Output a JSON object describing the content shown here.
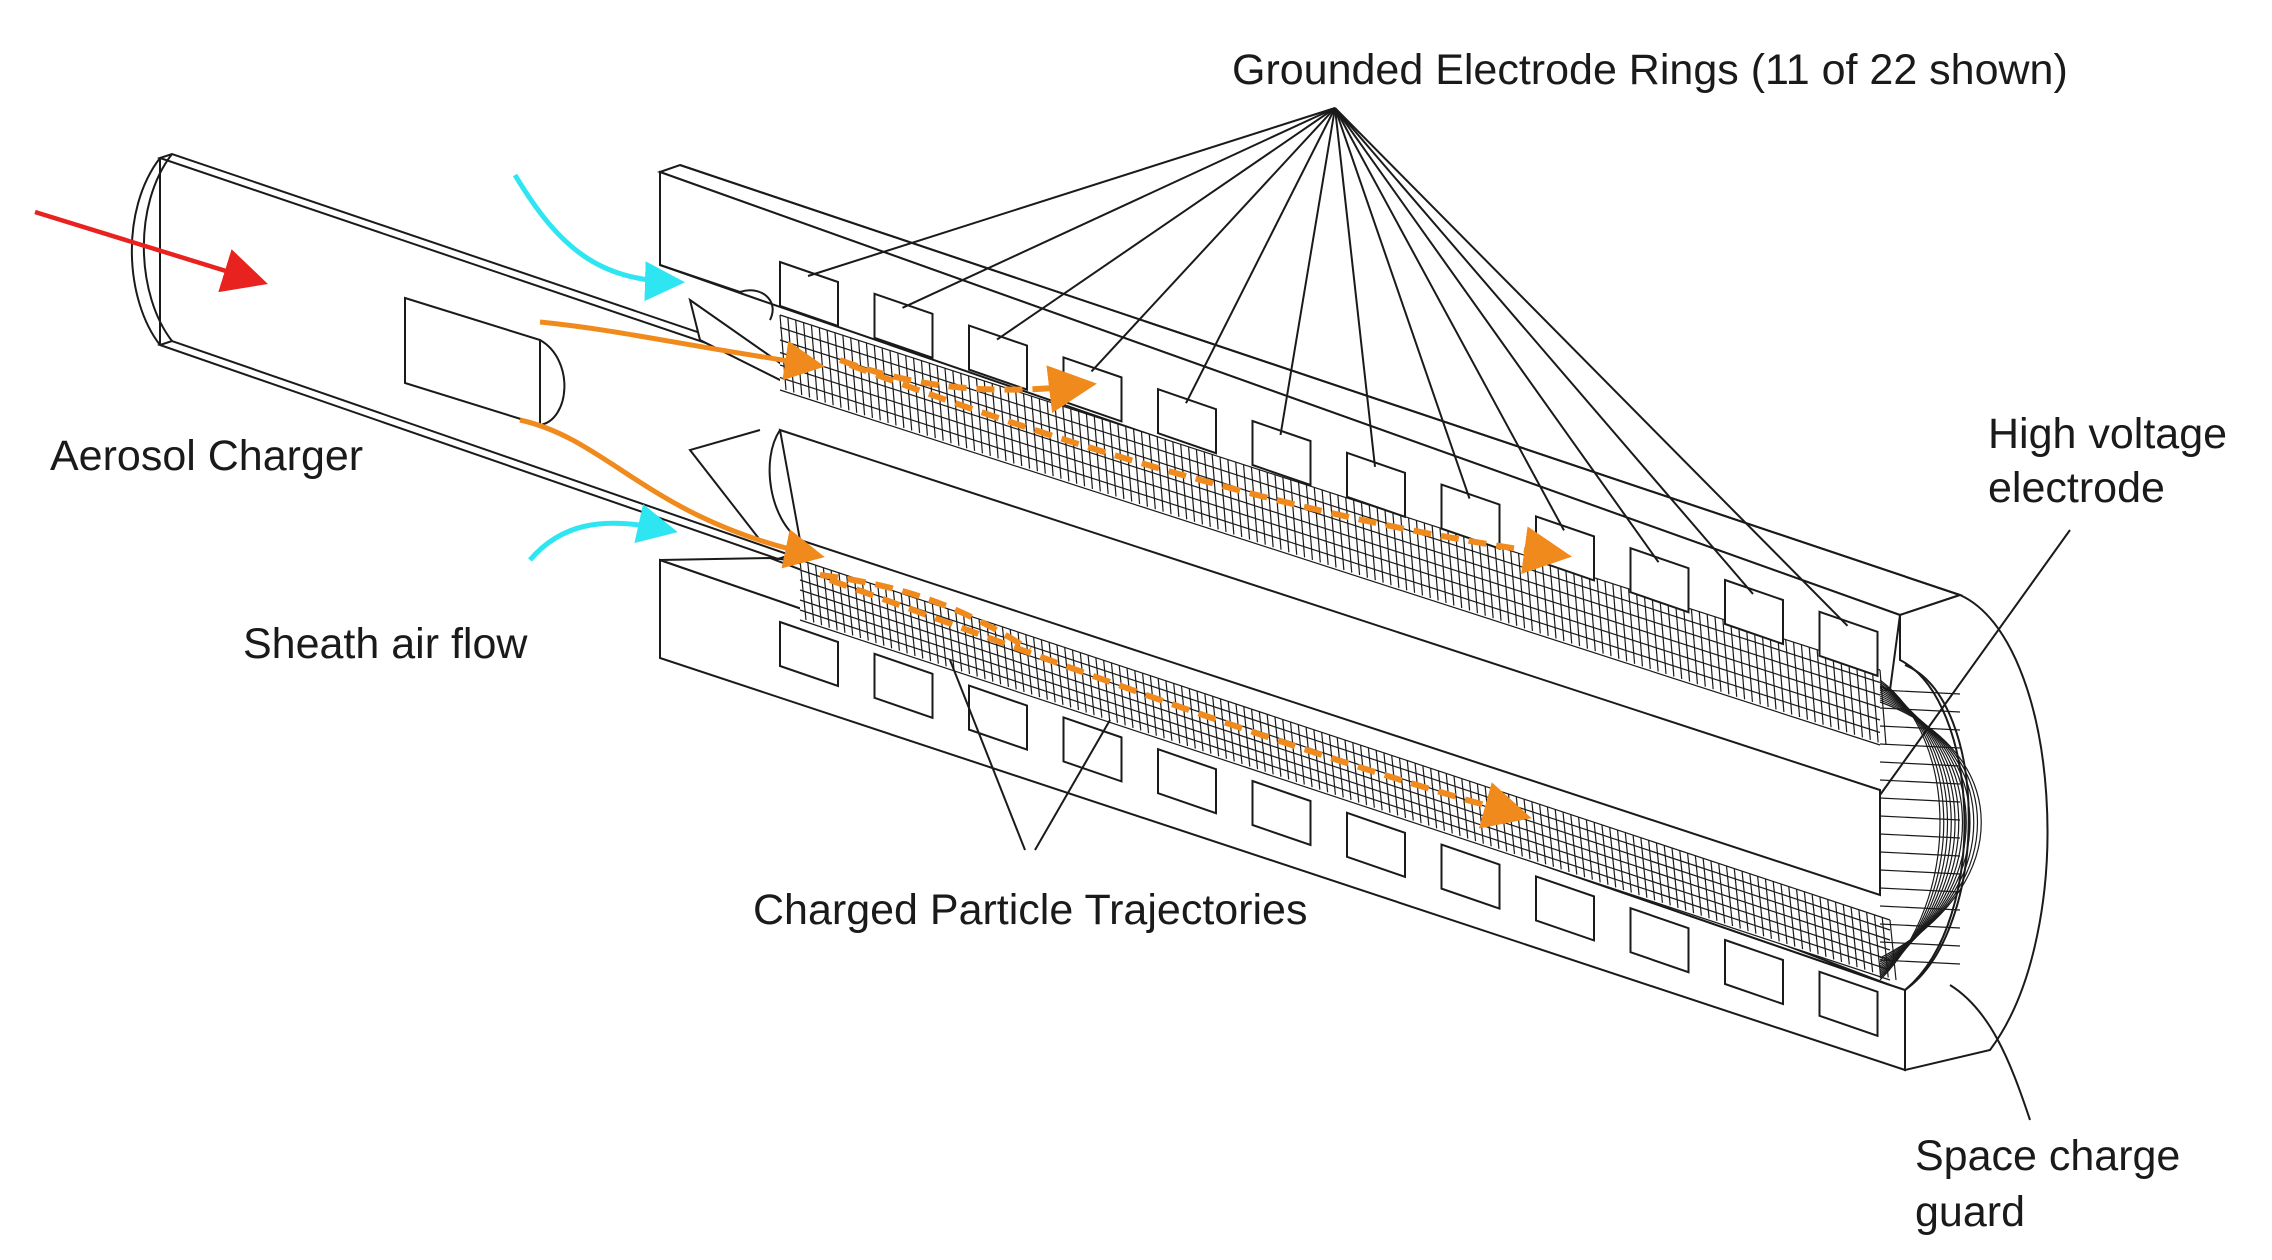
{
  "labels": {
    "grounded_rings": "Grounded Electrode Rings (11 of 22 shown)",
    "aerosol_charger": "Aerosol Charger",
    "sheath_air_flow": "Sheath air flow",
    "high_voltage_line1": "High voltage",
    "high_voltage_line2": "electrode",
    "charged_trajectories": "Charged Particle Trajectories",
    "space_charge_line1": "Space charge",
    "space_charge_line2": "guard"
  },
  "colors": {
    "aerosol_arrow": "#e8231f",
    "sheath_arrow": "#2ee6f2",
    "particle_path": "#f08a1c",
    "line": "#1a1a1a"
  },
  "counts": {
    "upper_rings": 12,
    "lower_rings": 12
  }
}
